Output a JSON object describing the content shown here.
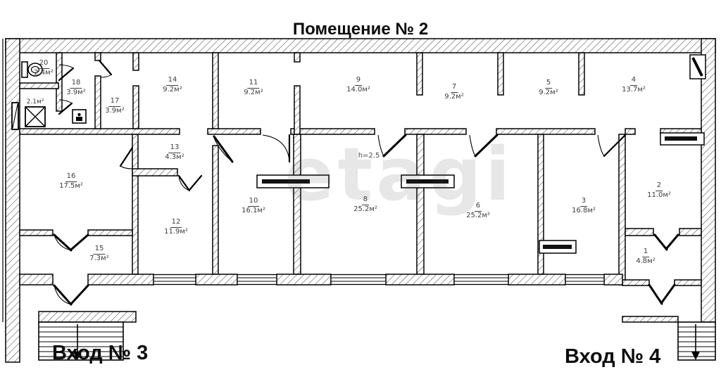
{
  "title": "Помещение № 2",
  "entrance_left": "Вход № 3",
  "entrance_right": "Вход № 4",
  "watermark": "etagi",
  "ceiling_height_note": "h=2.5",
  "shaft_area_label": "2.1м²",
  "rooms": [
    {
      "number": "20",
      "area": "2.4м²"
    },
    {
      "number": "18",
      "area": "3.9м²"
    },
    {
      "number": "17",
      "area": "3.9м²"
    },
    {
      "number": "14",
      "area": "9.2м²"
    },
    {
      "number": "11",
      "area": "9.2м²"
    },
    {
      "number": "9",
      "area": "14.0м²"
    },
    {
      "number": "7",
      "area": "9.2м²"
    },
    {
      "number": "5",
      "area": "9.2м²"
    },
    {
      "number": "4",
      "area": "13.7м²"
    },
    {
      "number": "16",
      "area": "17.5м²"
    },
    {
      "number": "13",
      "area": "4.3м²"
    },
    {
      "number": "15",
      "area": "7.3м²"
    },
    {
      "number": "12",
      "area": "11.9м²"
    },
    {
      "number": "10",
      "area": "16.1м²"
    },
    {
      "number": "8",
      "area": "25.2м²"
    },
    {
      "number": "6",
      "area": "25.2м²"
    },
    {
      "number": "3",
      "area": "16.8м²"
    },
    {
      "number": "2",
      "area": "11.0м²"
    },
    {
      "number": "1",
      "area": "4.8м²"
    }
  ]
}
